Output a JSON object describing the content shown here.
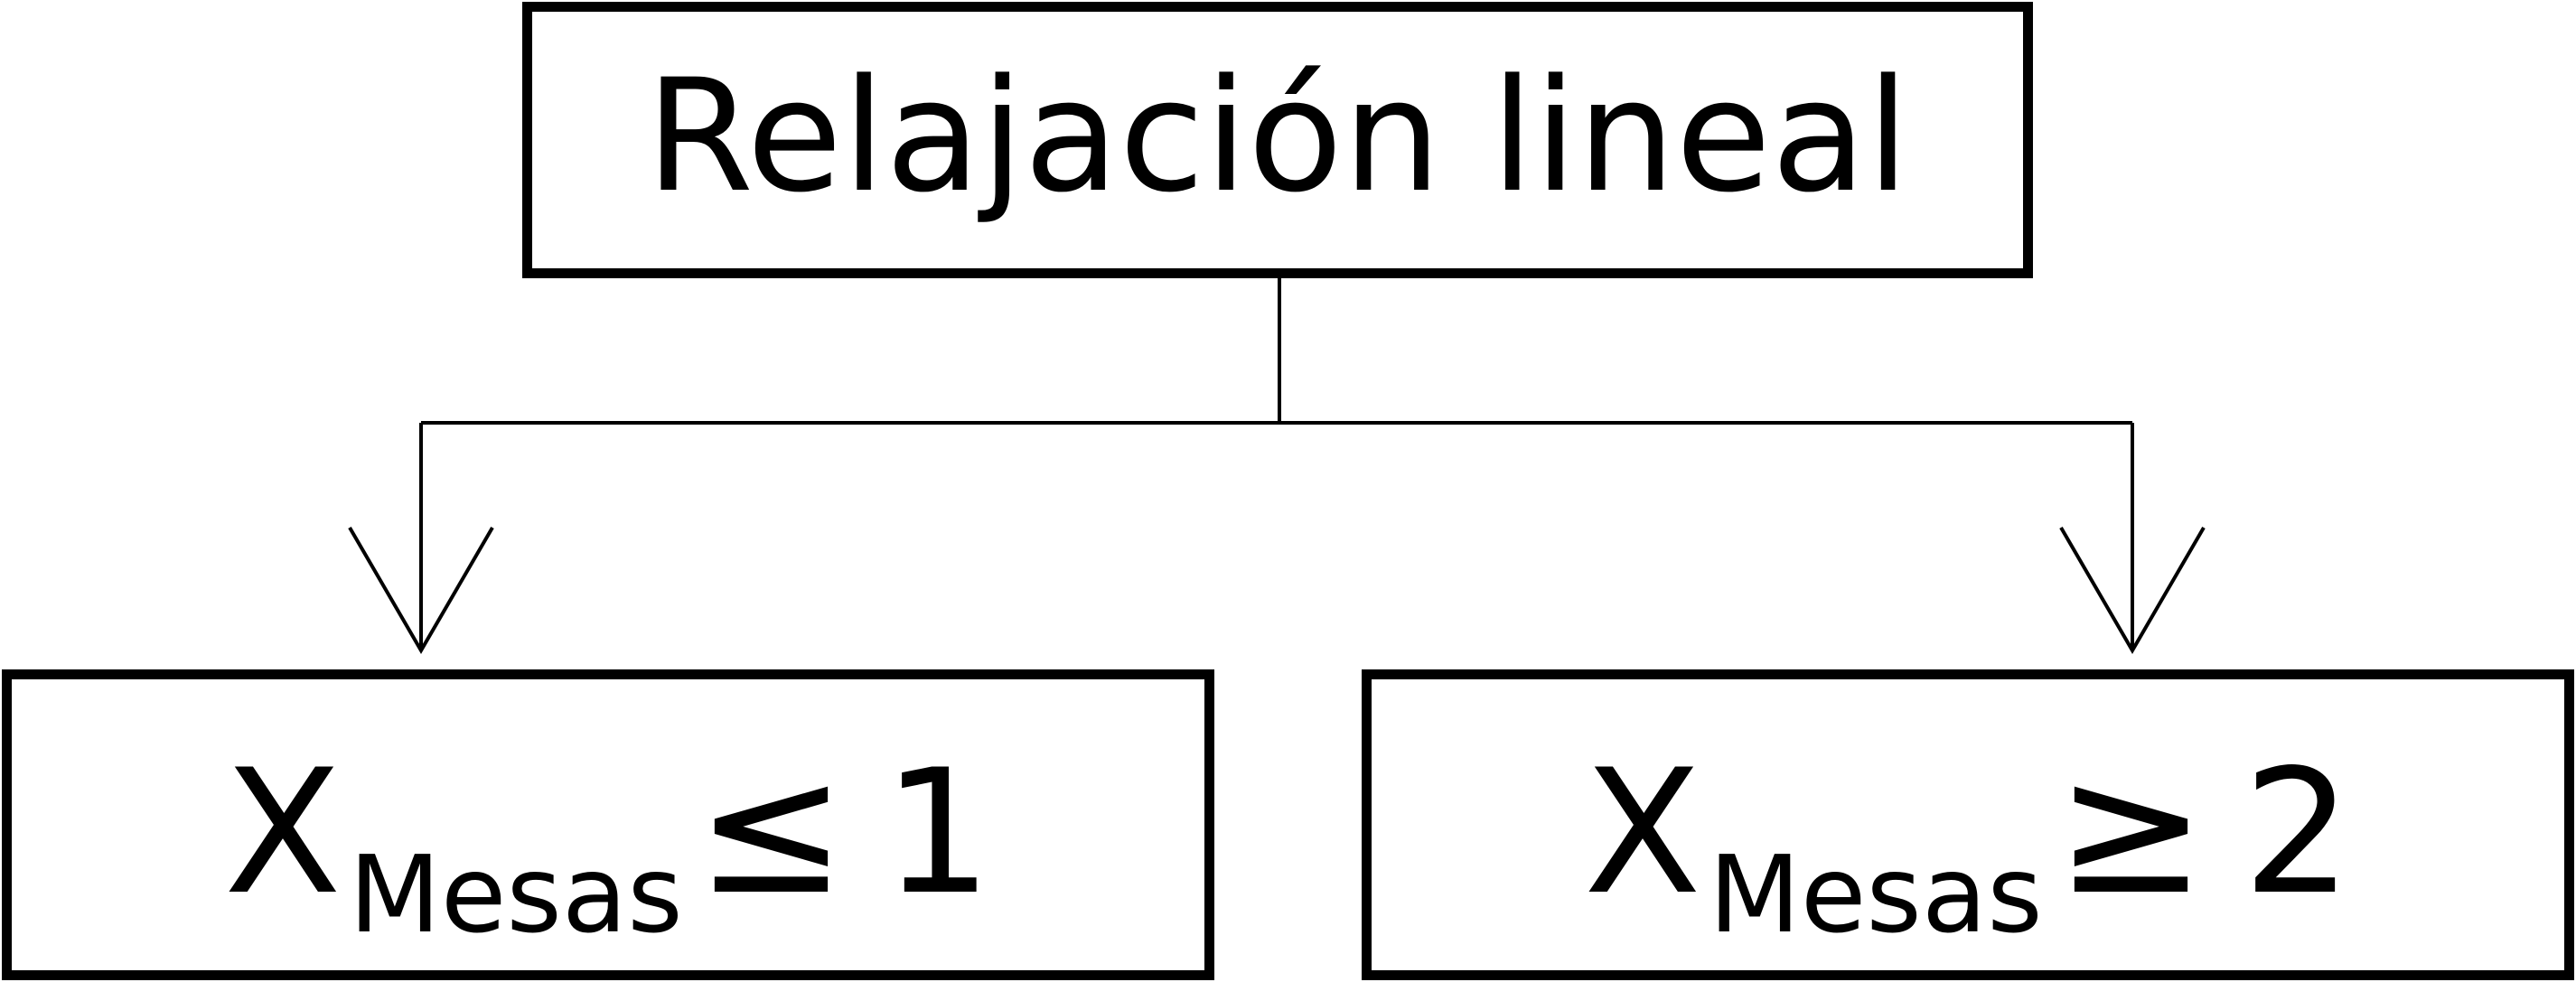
{
  "root": {
    "label": "Relajación lineal"
  },
  "branches": [
    {
      "variable": "X",
      "subscript": "Mesas",
      "operator": "≤",
      "value": "1"
    },
    {
      "variable": "X",
      "subscript": "Mesas",
      "operator": "≥",
      "value": "2"
    }
  ],
  "colors": {
    "stroke": "#000000",
    "background": "#ffffff"
  }
}
